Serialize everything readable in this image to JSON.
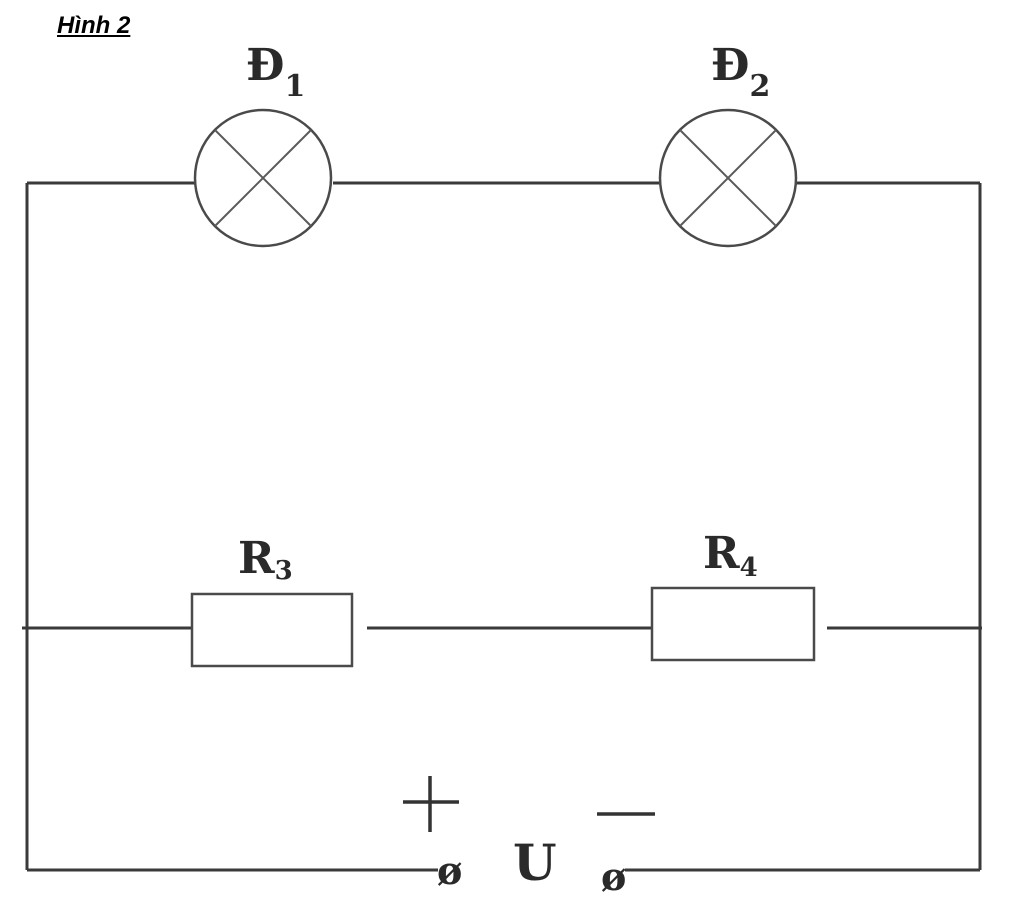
{
  "figure": {
    "title": "Hình 2"
  },
  "labels": {
    "lamp1": {
      "main": "Đ",
      "sub": "1"
    },
    "lamp2": {
      "main": "Đ",
      "sub": "2"
    },
    "resistor3": {
      "main": "R",
      "sub": "3"
    },
    "resistor4": {
      "main": "R",
      "sub": "4"
    },
    "source": {
      "name": "U",
      "terminal_symbol": "ø"
    }
  }
}
